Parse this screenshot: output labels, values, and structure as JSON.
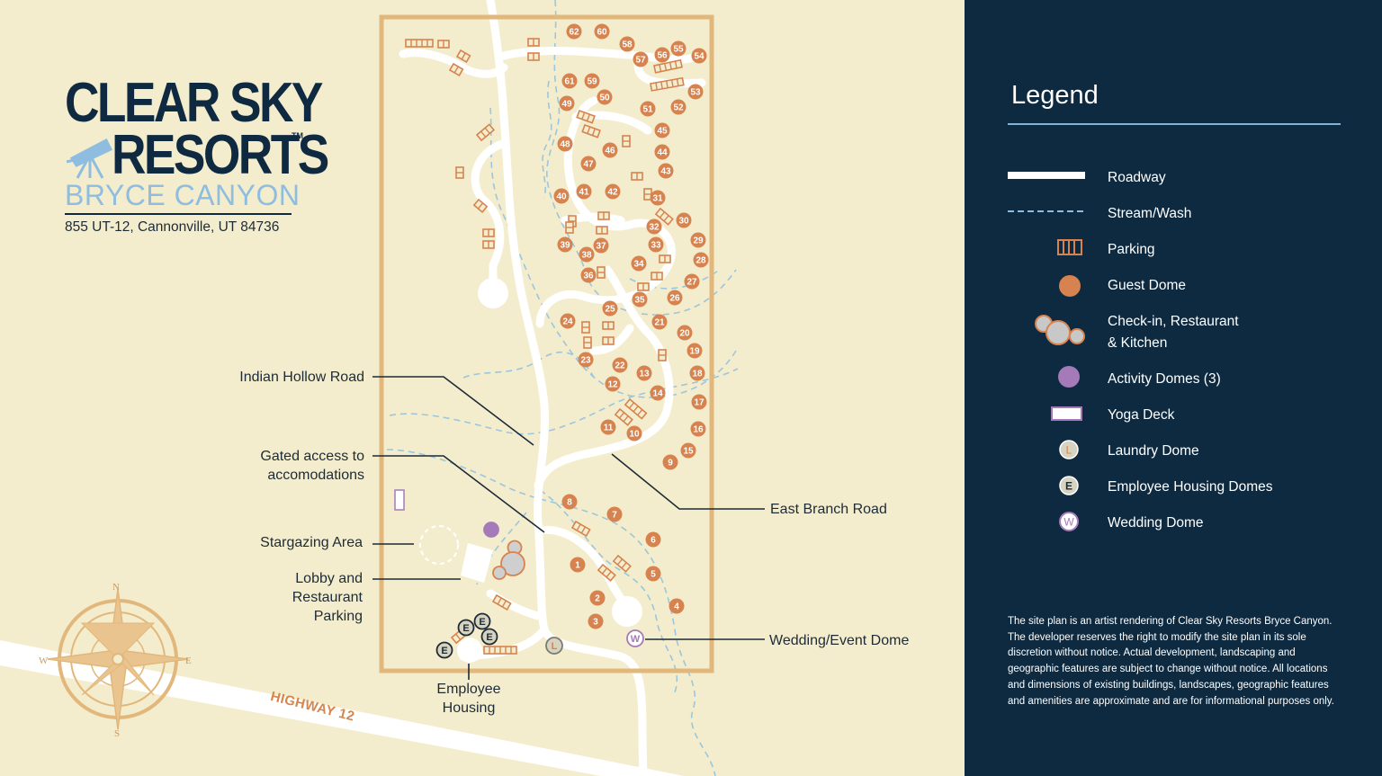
{
  "brand": {
    "line1": "CLEAR SKY",
    "line2": "RESORTS",
    "trademark": "TM",
    "subtitle": "BRYCE CANYON",
    "address": "855 UT-12, Cannonville, UT 84736"
  },
  "colors": {
    "background": "#f4edcd",
    "boundary": "#e2b77b",
    "road": "#ffffff",
    "stream": "#9cc6dc",
    "dome": "#d6834f",
    "activity": "#a57ab9",
    "panel": "#0d2a40",
    "navy": "#0f2a40",
    "accent_blue": "#8ebde0"
  },
  "map": {
    "callouts": {
      "indian_hollow_road": "Indian Hollow Road",
      "gated_access_1": "Gated access to",
      "gated_access_2": "accomodations",
      "stargazing_area": "Stargazing Area",
      "lobby_1": "Lobby and",
      "lobby_2": "Restaurant",
      "lobby_3": "Parking",
      "employee_1": "Employee",
      "employee_2": "Housing",
      "east_branch_road": "East Branch Road",
      "wedding_event_dome": "Wedding/Event Dome",
      "highway": "HIGHWAY 12"
    },
    "compass": {
      "n": "N",
      "s": "S",
      "e": "E",
      "w": "W"
    },
    "guest_domes": [
      "62",
      "60",
      "58",
      "57",
      "56",
      "55",
      "54",
      "61",
      "59",
      "50",
      "53",
      "49",
      "51",
      "52",
      "45",
      "48",
      "46",
      "44",
      "47",
      "43",
      "40",
      "41",
      "42",
      "31",
      "30",
      "32",
      "29",
      "39",
      "38",
      "37",
      "33",
      "28",
      "34",
      "36",
      "27",
      "35",
      "26",
      "25",
      "24",
      "21",
      "20",
      "19",
      "23",
      "22",
      "13",
      "18",
      "12",
      "14",
      "17",
      "11",
      "10",
      "16",
      "15",
      "9",
      "8",
      "7",
      "6",
      "1",
      "5",
      "2",
      "4",
      "3"
    ],
    "laundry_marker": "L",
    "employee_marker": "E",
    "wedding_marker": "W"
  },
  "legend": {
    "title": "Legend",
    "items": [
      {
        "label": "Roadway",
        "icon": "roadway-line"
      },
      {
        "label": "Stream/Wash",
        "icon": "stream-dashed-line"
      },
      {
        "label": "Parking",
        "icon": "parking-grid"
      },
      {
        "label": "Guest Dome",
        "icon": "guest-dome-circle"
      },
      {
        "label": "Check-in, Restaurant",
        "label2": "& Kitchen",
        "icon": "checkin-domes-cluster"
      },
      {
        "label": "Activity Domes (3)",
        "icon": "activity-dome-circle"
      },
      {
        "label": "Yoga Deck",
        "icon": "yoga-deck-rect"
      },
      {
        "label": "Laundry Dome",
        "icon": "laundry-dome-circle",
        "marker": "L"
      },
      {
        "label": "Employee Housing Domes",
        "icon": "employee-dome-circle",
        "marker": "E"
      },
      {
        "label": "Wedding Dome",
        "icon": "wedding-dome-circle",
        "marker": "W"
      }
    ],
    "disclaimer": "The site plan is an artist rendering of Clear Sky Resorts Bryce Canyon. The developer reserves the right to modify the site plan in its sole discretion without notice. Actual development, landscaping and geographic features are subject to change without notice. All locations and dimensions of existing buildings, landscapes, geographic features and amenities are approximate and are for informational purposes only."
  }
}
